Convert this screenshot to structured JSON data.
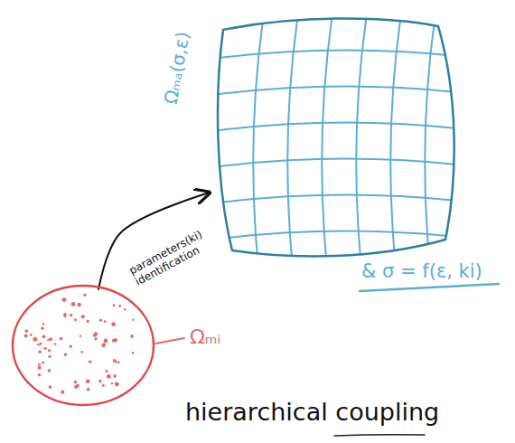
{
  "diagram": {
    "nodes": [
      {
        "text": [
          "Ωₘₐ(σ,ε)"
        ]
      },
      {
        "text": [
          "Ωₘᵢ"
        ]
      }
    ],
    "edges": [
      {
        "from": 1,
        "to": 0,
        "arrow": "to",
        "label": "parameters(ki) identification"
      }
    ],
    "labels": [
      "& σ = f(ε, ki)",
      "hierarchical coupling"
    ]
  }
}
